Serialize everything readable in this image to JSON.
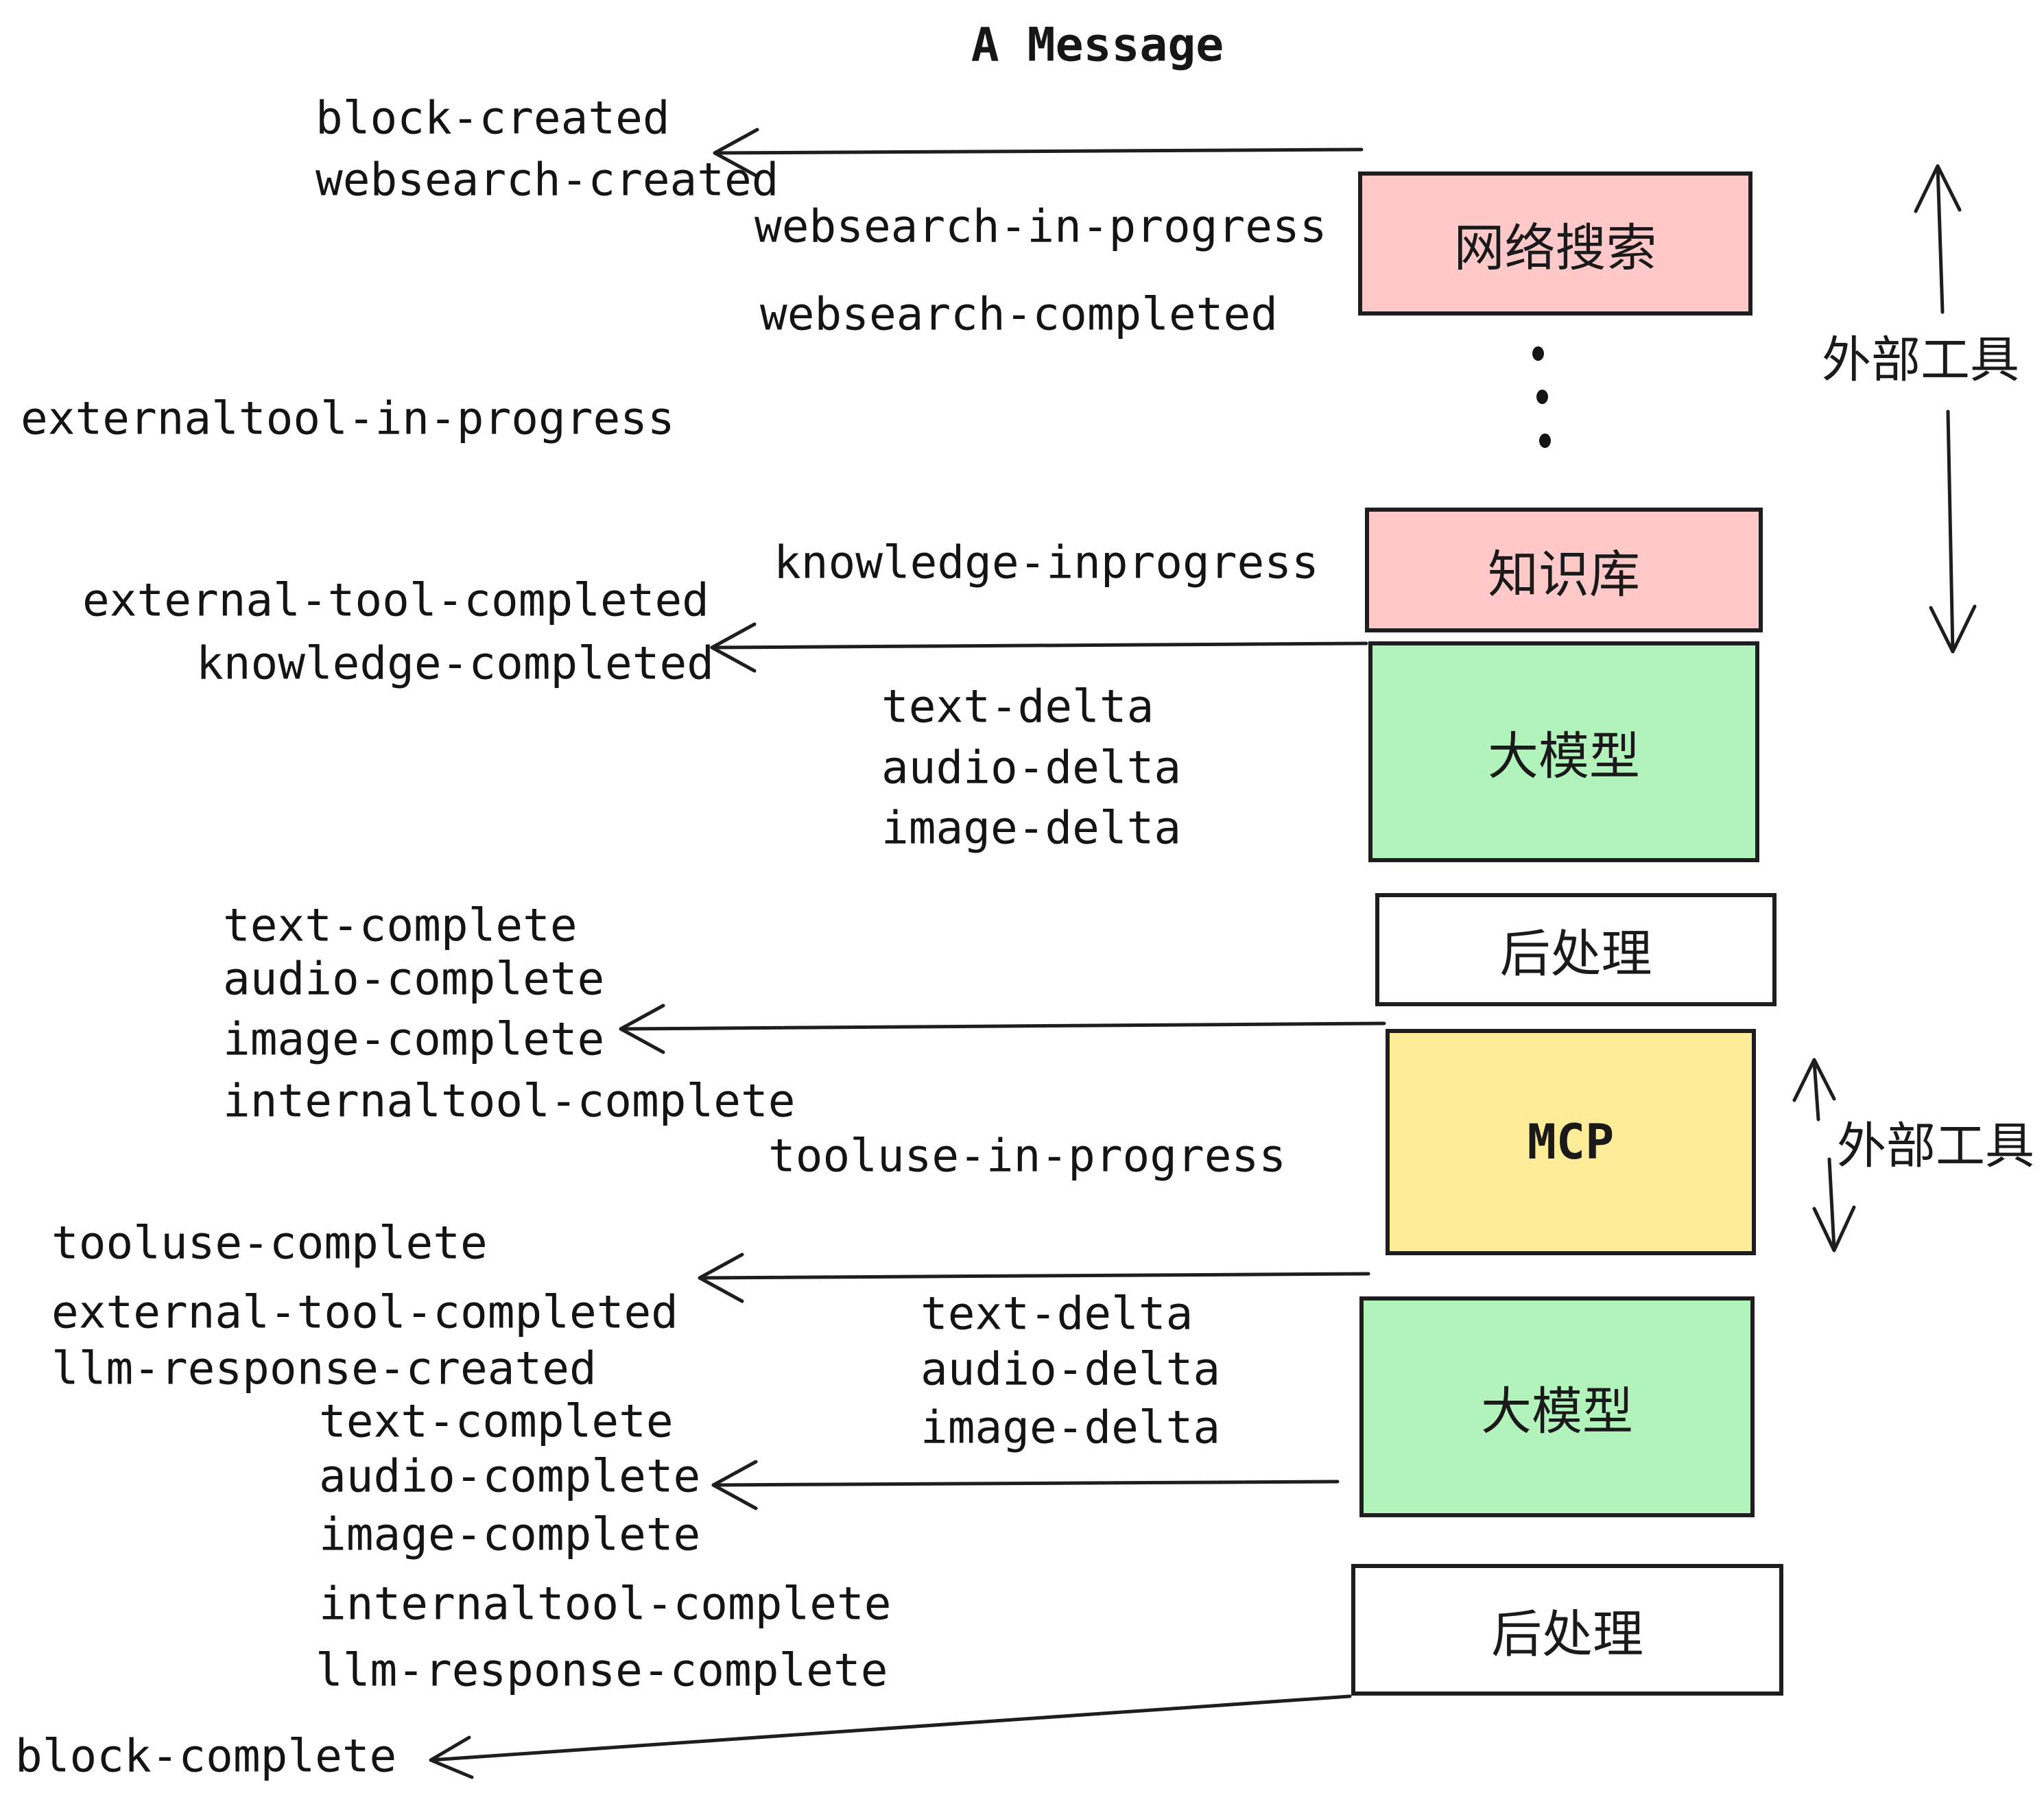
{
  "title": "A Message",
  "colors": {
    "pink": "#ffc9c9",
    "green": "#b2f2bb",
    "yellow": "#ffec99",
    "white": "#ffffff",
    "stroke": "#1e1e1e"
  },
  "pipeline": {
    "boxes": [
      {
        "id": "websearch",
        "label": "网络搜索",
        "color": "pink"
      },
      {
        "id": "knowledge",
        "label": "知识库",
        "color": "pink"
      },
      {
        "id": "llm-1",
        "label": "大模型",
        "color": "green"
      },
      {
        "id": "postprocess-1",
        "label": "后处理",
        "color": "white"
      },
      {
        "id": "mcp",
        "label": "MCP",
        "color": "yellow"
      },
      {
        "id": "llm-2",
        "label": "大模型",
        "color": "green"
      },
      {
        "id": "postprocess-2",
        "label": "后处理",
        "color": "white"
      }
    ]
  },
  "side_labels": [
    "外部工具",
    "外部工具"
  ],
  "events": [
    "block-created",
    "websearch-created",
    "websearch-in-progress",
    "websearch-completed",
    "externaltool-in-progress",
    "knowledge-inprogress",
    "external-tool-completed",
    "knowledge-completed",
    "text-delta",
    "audio-delta",
    "image-delta",
    "text-complete",
    "audio-complete",
    "image-complete",
    "internaltool-complete",
    "tooluse-in-progress",
    "tooluse-complete",
    "external-tool-completed",
    "llm-response-created",
    "text-delta",
    "audio-delta",
    "image-delta",
    "text-complete",
    "audio-complete",
    "image-complete",
    "internaltool-complete",
    "llm-response-complete",
    "block-complete"
  ]
}
